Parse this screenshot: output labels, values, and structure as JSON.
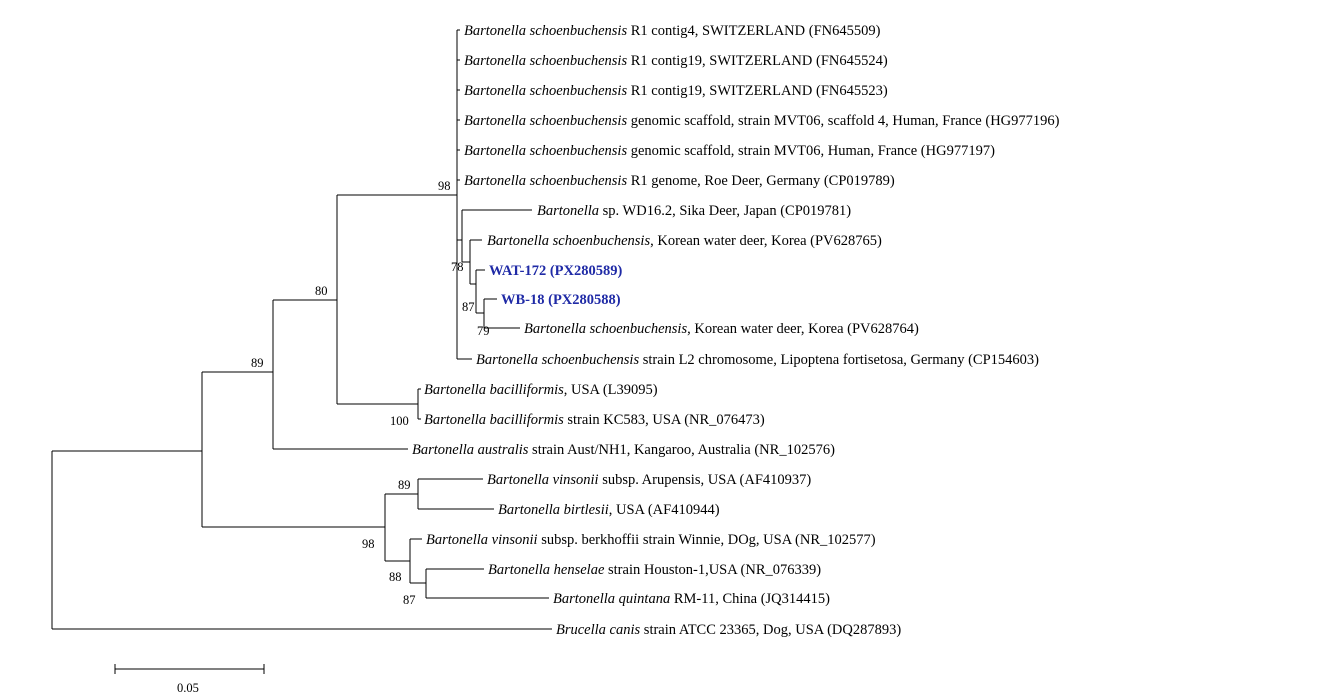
{
  "leaves": [
    {
      "id": "L1",
      "species": "Bartonella schoenbuchensis",
      "rest": " R1 contig4, SWITZERLAND  (FN645509)"
    },
    {
      "id": "L2",
      "species": "Bartonella schoenbuchensis",
      "rest": " R1 contig19, SWITZERLAND  (FN645524)"
    },
    {
      "id": "L3",
      "species": "Bartonella schoenbuchensis",
      "rest": " R1 contig19, SWITZERLAND  (FN645523)"
    },
    {
      "id": "L4",
      "species": "Bartonella schoenbuchensis",
      "rest": " genomic scaffold, strain MVT06, scaffold 4, Human,  France (HG977196)"
    },
    {
      "id": "L5",
      "species": "Bartonella schoenbuchensis",
      "rest": " genomic scaffold, strain MVT06, Human, France (HG977197)"
    },
    {
      "id": "L6",
      "species": "Bartonella schoenbuchensis",
      "rest": " R1 genome, Roe Deer, Germany (CP019789)"
    },
    {
      "id": "L7",
      "species": "Bartonella",
      "rest": " sp. WD16.2, Sika Deer, Japan (CP019781)"
    },
    {
      "id": "L8",
      "species": "Bartonella schoenbuchensis",
      "rest": ", Korean water deer, Korea (PV628765)"
    },
    {
      "id": "L9",
      "species": "",
      "rest": "WAT-172 (PX280589)",
      "highlight": true
    },
    {
      "id": "L10",
      "species": "",
      "rest": "WB-18 (PX280588)",
      "highlight": true
    },
    {
      "id": "L11",
      "species": "Bartonella schoenbuchensis",
      "rest": ", Korean water deer, Korea (PV628764)"
    },
    {
      "id": "L12",
      "species": "Bartonella schoenbuchensis",
      "rest": " strain L2 chromosome, Lipoptena fortisetosa, Germany (CP154603)"
    },
    {
      "id": "L13",
      "species": "Bartonella bacilliformis",
      "rest": ", USA (L39095)"
    },
    {
      "id": "L14",
      "species": "Bartonella bacilliformis",
      "rest": " strain KC583, USA (NR_076473)"
    },
    {
      "id": "L15",
      "species": "Bartonella australis",
      "rest": " strain Aust/NH1, Kangaroo, Australia (NR_102576)"
    },
    {
      "id": "L16",
      "species": "Bartonella vinsonii",
      "rest": " subsp. Arupensis, USA (AF410937)"
    },
    {
      "id": "L17",
      "species": "Bartonella birtlesii",
      "rest": ", USA (AF410944)"
    },
    {
      "id": "L18",
      "species": "Bartonella vinsonii",
      "rest": " subsp. berkhoffii strain Winnie, DOg, USA (NR_102577)"
    },
    {
      "id": "L19",
      "species": "Bartonella henselae",
      "rest": " strain Houston-1,USA (NR_076339)"
    },
    {
      "id": "L20",
      "species": "Bartonella quintana",
      "rest": " RM-11, China (JQ314415)"
    },
    {
      "id": "L21",
      "species": "Brucella canis",
      "rest": " strain ATCC 23365, Dog, USA (DQ287893)"
    }
  ],
  "bootstrap": {
    "b98a": "98",
    "b78": "78",
    "b87a": "87",
    "b79": "79",
    "b80": "80",
    "b89a": "89",
    "b100": "100",
    "b89b": "89",
    "b98b": "98",
    "b88": "88",
    "b87b": "87"
  },
  "scale_bar": {
    "label": "0.05",
    "length": 0.05
  }
}
